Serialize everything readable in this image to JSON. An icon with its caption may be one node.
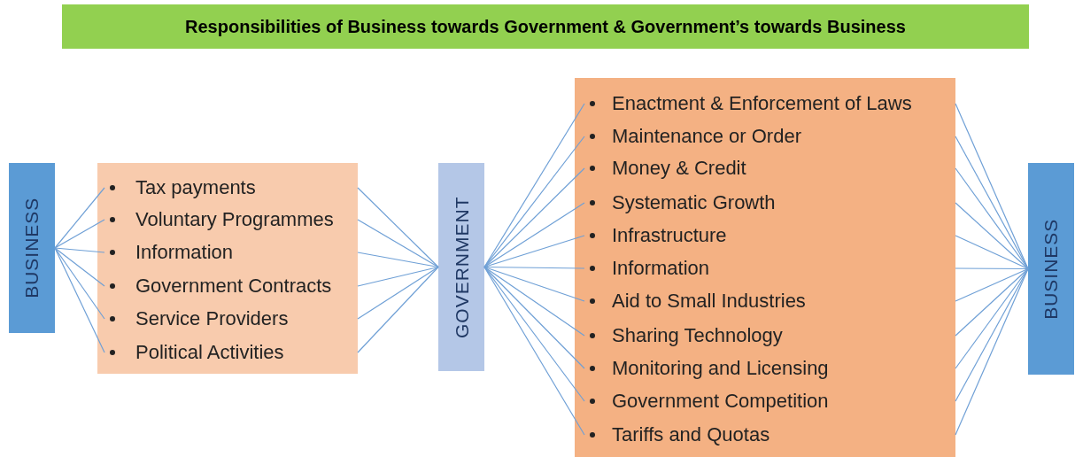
{
  "diagram": {
    "title": "Responsibilities of Business towards Government & Government’s towards Business",
    "nodes": [
      {
        "text": [
          "BUSINESS"
        ]
      },
      {
        "text": [],
        "shape": "box"
      },
      {
        "text": [
          "Tax payments"
        ],
        "in": 1
      },
      {
        "text": [
          "Voluntary Programmes"
        ],
        "in": 1
      },
      {
        "text": [
          "Information"
        ],
        "in": 1
      },
      {
        "text": [
          "Government Contracts"
        ],
        "in": 1
      },
      {
        "text": [
          "Service Providers"
        ],
        "in": 1
      },
      {
        "text": [
          "Political Activities"
        ],
        "in": 1
      },
      {
        "text": [
          "GOVERNMENT"
        ]
      },
      {
        "text": [],
        "shape": "box"
      },
      {
        "text": [
          "Enactment & Enforcement of Laws"
        ],
        "in": 9
      },
      {
        "text": [
          "Maintenance or Order"
        ],
        "in": 9
      },
      {
        "text": [
          "Money & Credit"
        ],
        "in": 9
      },
      {
        "text": [
          "Systematic Growth"
        ],
        "in": 9
      },
      {
        "text": [
          "Infrastructure"
        ],
        "in": 9
      },
      {
        "text": [
          "Information"
        ],
        "in": 9
      },
      {
        "text": [
          "Aid to Small Industries"
        ],
        "in": 9
      },
      {
        "text": [
          "Sharing Technology"
        ],
        "in": 9
      },
      {
        "text": [
          "Monitoring and Licensing"
        ],
        "in": 9
      },
      {
        "text": [
          "Government Competition"
        ],
        "in": 9
      },
      {
        "text": [
          "Tariffs and Quotas"
        ],
        "in": 9
      },
      {
        "text": [
          "BUSINESS"
        ]
      }
    ],
    "edges": [
      {
        "from": 0,
        "to": 2,
        "arrow": "none"
      },
      {
        "from": 0,
        "to": 3,
        "arrow": "none"
      },
      {
        "from": 0,
        "to": 4,
        "arrow": "none"
      },
      {
        "from": 0,
        "to": 5,
        "arrow": "none"
      },
      {
        "from": 0,
        "to": 6,
        "arrow": "none"
      },
      {
        "from": 0,
        "to": 7,
        "arrow": "none"
      },
      {
        "from": 1,
        "to": 8,
        "arrow": "none"
      },
      {
        "from": 1,
        "to": 8,
        "arrow": "none"
      },
      {
        "from": 1,
        "to": 8,
        "arrow": "none"
      },
      {
        "from": 1,
        "to": 8,
        "arrow": "none"
      },
      {
        "from": 1,
        "to": 8,
        "arrow": "none"
      },
      {
        "from": 1,
        "to": 8,
        "arrow": "none"
      },
      {
        "from": 8,
        "to": 10,
        "arrow": "none"
      },
      {
        "from": 8,
        "to": 11,
        "arrow": "none"
      },
      {
        "from": 8,
        "to": 12,
        "arrow": "none"
      },
      {
        "from": 8,
        "to": 13,
        "arrow": "none"
      },
      {
        "from": 8,
        "to": 14,
        "arrow": "none"
      },
      {
        "from": 8,
        "to": 15,
        "arrow": "none"
      },
      {
        "from": 8,
        "to": 16,
        "arrow": "none"
      },
      {
        "from": 8,
        "to": 17,
        "arrow": "none"
      },
      {
        "from": 8,
        "to": 18,
        "arrow": "none"
      },
      {
        "from": 8,
        "to": 19,
        "arrow": "none"
      },
      {
        "from": 8,
        "to": 20,
        "arrow": "none"
      },
      {
        "from": 9,
        "to": 21,
        "arrow": "none"
      },
      {
        "from": 9,
        "to": 21,
        "arrow": "none"
      },
      {
        "from": 9,
        "to": 21,
        "arrow": "none"
      },
      {
        "from": 9,
        "to": 21,
        "arrow": "none"
      },
      {
        "from": 9,
        "to": 21,
        "arrow": "none"
      },
      {
        "from": 9,
        "to": 21,
        "arrow": "none"
      },
      {
        "from": 9,
        "to": 21,
        "arrow": "none"
      },
      {
        "from": 9,
        "to": 21,
        "arrow": "none"
      },
      {
        "from": 9,
        "to": 21,
        "arrow": "none"
      },
      {
        "from": 9,
        "to": 21,
        "arrow": "none"
      },
      {
        "from": 9,
        "to": 21,
        "arrow": "none"
      }
    ]
  }
}
